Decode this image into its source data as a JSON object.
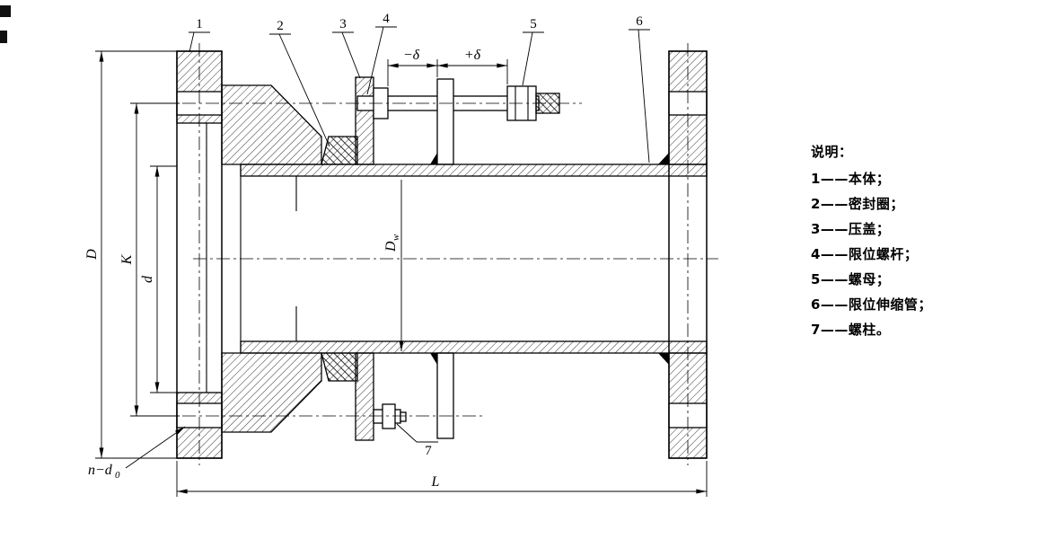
{
  "figure": {
    "callouts": [
      "1",
      "2",
      "3",
      "4",
      "5",
      "6",
      "7"
    ],
    "dims": {
      "D": "D",
      "K": "K",
      "d": "d",
      "Dw_base": "D",
      "Dw_sub": "w",
      "L": "L",
      "nd0_base": "n−d",
      "nd0_sub": "0",
      "minus_delta": "−δ",
      "plus_delta": "+δ"
    }
  },
  "legend": {
    "title": "说明：",
    "items": [
      "1——本体；",
      "2——密封圈；",
      "3——压盖；",
      "4——限位螺杆；",
      "5——螺母；",
      "6——限位伸缩管；",
      "7——螺柱。"
    ]
  }
}
